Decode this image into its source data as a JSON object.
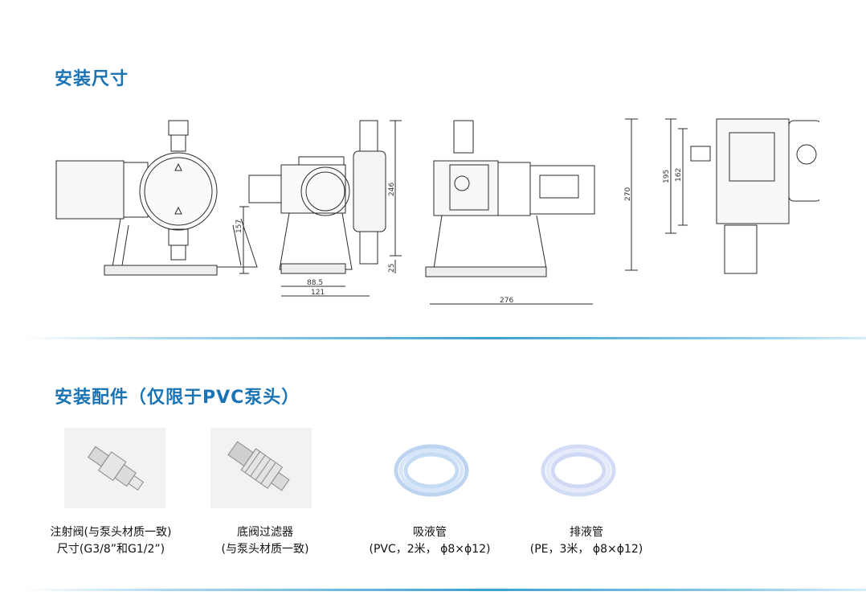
{
  "sections": {
    "install_dimensions_title": "安装尺寸",
    "accessories_title": "安装配件（仅限于PVC泵头）"
  },
  "dimensions": {
    "d157": "157",
    "d246": "246",
    "d25": "25",
    "d88_5": "88.5",
    "d121": "121",
    "d270": "270",
    "d276": "276",
    "d195": "195",
    "d162": "162"
  },
  "accessories": [
    {
      "line1": "注射阀(与泵头材质一致)",
      "line2": "尺寸(G3/8”和G1/2”)"
    },
    {
      "line1": "底阀过滤器",
      "line2": "(与泵头材质一致)"
    },
    {
      "line1": "吸液管",
      "line2": "(PVC，2米，  ϕ8×ϕ12)"
    },
    {
      "line1": "排液管",
      "line2": "(PE，3米，  ϕ8×ϕ12)"
    }
  ],
  "colors": {
    "accent": "#1a73b4",
    "divider": "#3ca0d3"
  }
}
